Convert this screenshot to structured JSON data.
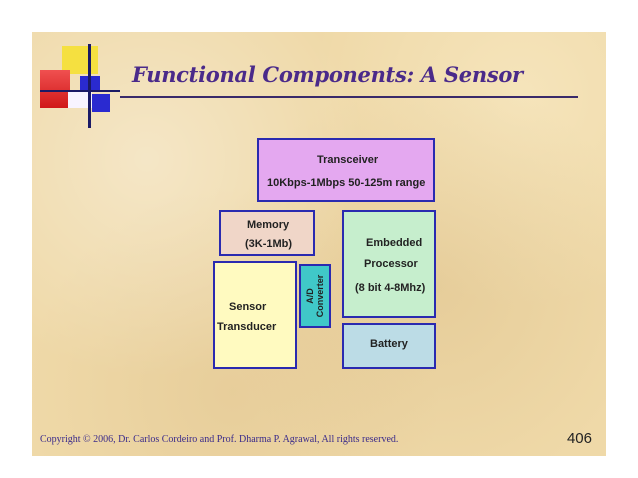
{
  "slide": {
    "title": "Functional Components: A Sensor",
    "footer": "Copyright © 2006, Dr. Carlos Cordeiro and  Prof. Dharma P. Agrawal,  All rights reserved.",
    "page_number": "406"
  },
  "diagram": {
    "transceiver": {
      "line1": "Transceiver",
      "line2": "10Kbps-1Mbps 50-125m range"
    },
    "memory": {
      "line1": "Memory",
      "line2": "(3K-1Mb)"
    },
    "processor": {
      "line1": "Embedded",
      "line2": "Processor",
      "line3": "(8 bit 4-8Mhz)"
    },
    "sensor": {
      "line1": "Sensor",
      "line2": "Transducer"
    },
    "adc": {
      "line1": "A/D",
      "line2": "Converter"
    },
    "battery": {
      "label": "Battery"
    }
  }
}
